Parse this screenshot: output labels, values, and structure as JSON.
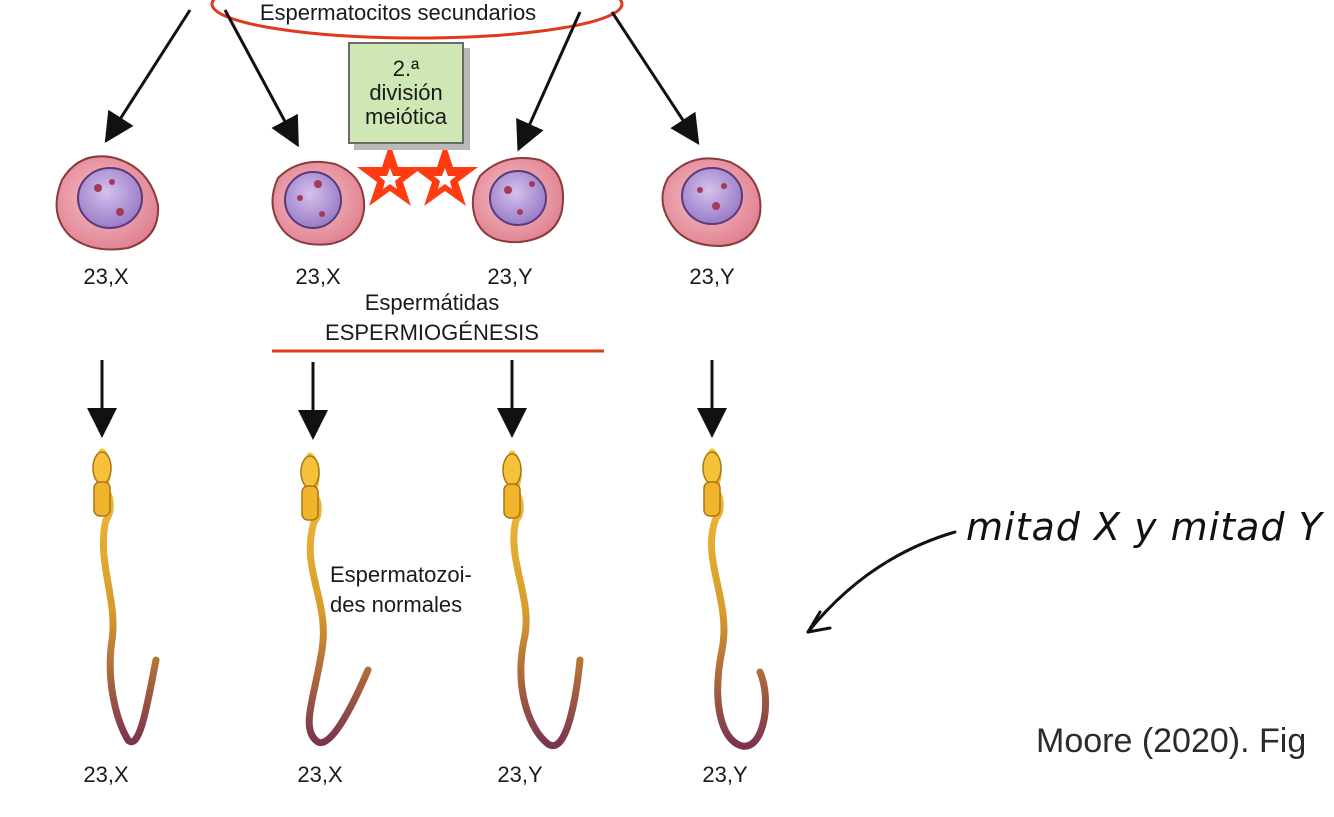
{
  "header": {
    "label": "Espermatocitos secundarios"
  },
  "division_box": {
    "line1": "2.ª",
    "line2": "división",
    "line3": "meiótica"
  },
  "spermatids": {
    "labels": [
      "23,X",
      "23,X",
      "23,Y",
      "23,Y"
    ],
    "caption": "Espermátidas",
    "process": "ESPERMIOGÉNESIS"
  },
  "spermatozoa": {
    "caption_line1": "Espermatozoi-",
    "caption_line2": "des normales",
    "labels": [
      "23,X",
      "23,X",
      "23,Y",
      "23,Y"
    ]
  },
  "annotation": {
    "text": "mitad X y mitad Y"
  },
  "citation": {
    "text": "Moore (2020). Fig"
  },
  "colors": {
    "highlight_red": "#e03a1e",
    "star_red": "#ff3b12",
    "box_green": "#cfe7b4",
    "cell_outer": "#e89aa6",
    "cell_nucleus": "#a98bd0",
    "sperm_yellow": "#f2b42a",
    "sperm_tail": "#8a3a5a"
  }
}
